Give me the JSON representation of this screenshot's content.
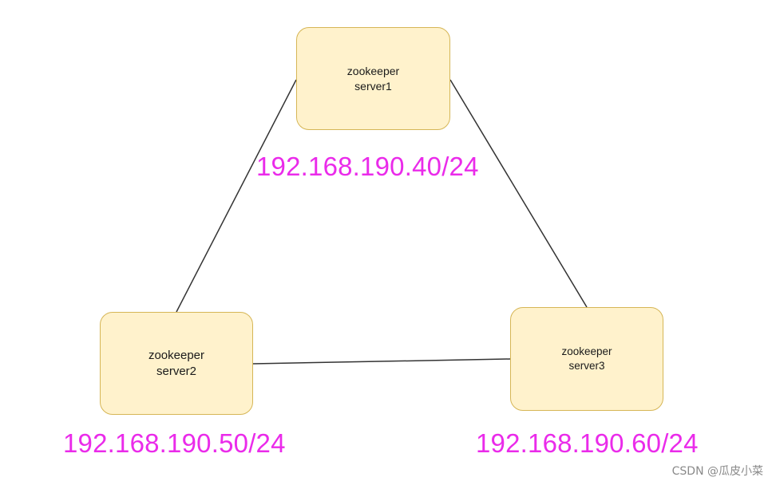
{
  "nodes": [
    {
      "id": "server1",
      "line1": "zookeeper",
      "line2": "server1",
      "ip": "192.168.190.40/24"
    },
    {
      "id": "server2",
      "line1": "zookeeper",
      "line2": "server2",
      "ip": "192.168.190.50/24"
    },
    {
      "id": "server3",
      "line1": "zookeeper",
      "line2": "server3",
      "ip": "192.168.190.60/24"
    }
  ],
  "edges": [
    {
      "from": "server1",
      "to": "server2"
    },
    {
      "from": "server1",
      "to": "server3"
    },
    {
      "from": "server2",
      "to": "server3"
    }
  ],
  "colors": {
    "node_fill": "#fff2cc",
    "node_border": "#d6b656",
    "ip_label": "#ea2bea",
    "edge": "#333333"
  },
  "watermark": "CSDN @瓜皮小菜"
}
